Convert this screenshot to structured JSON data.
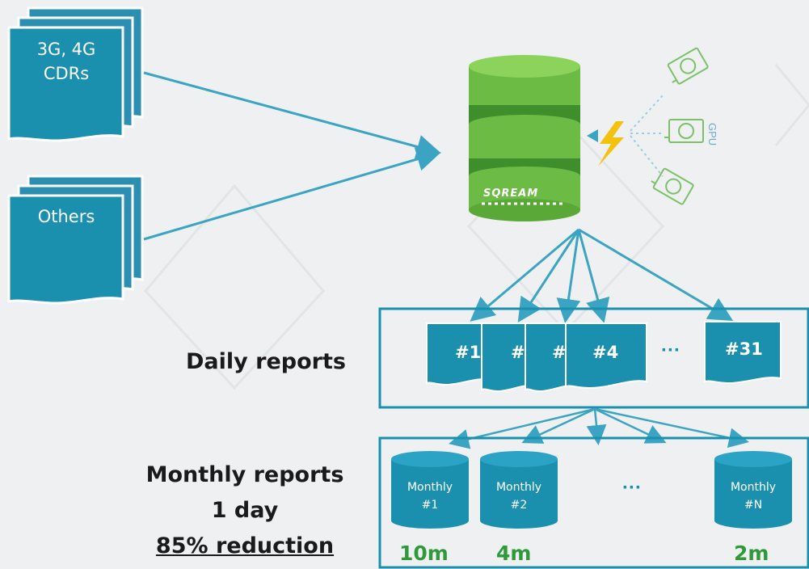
{
  "sources": {
    "cdrs_line1": "3G, 4G",
    "cdrs_line2": "CDRs",
    "others": "Others"
  },
  "database": {
    "brand": "SQREAM"
  },
  "gpu": {
    "label": "GPU",
    "icon": "gpu-card-icon"
  },
  "daily": {
    "label": "Daily reports",
    "docs": [
      "#1",
      "#",
      "#",
      "#4",
      "#31"
    ],
    "ellipsis": "···"
  },
  "monthly": {
    "label_line1": "Monthly reports",
    "label_line2": "1 day",
    "label_line3": "85% reduction",
    "cylinders": [
      {
        "line1": "Monthly",
        "line2": "#1",
        "time": "10m"
      },
      {
        "line1": "Monthly",
        "line2": "#2",
        "time": "4m"
      },
      {
        "line1": "Monthly",
        "line2": "#N",
        "time": "2m"
      }
    ],
    "ellipsis": "···"
  },
  "colors": {
    "teal": "#1b8fae",
    "teal_dark": "#14748f",
    "db_green": "#6cbb45",
    "db_green_dark": "#3e8f2c",
    "arrow": "#3aa4c2",
    "bolt": "#f2c20e",
    "time_green": "#2f9a3a"
  }
}
